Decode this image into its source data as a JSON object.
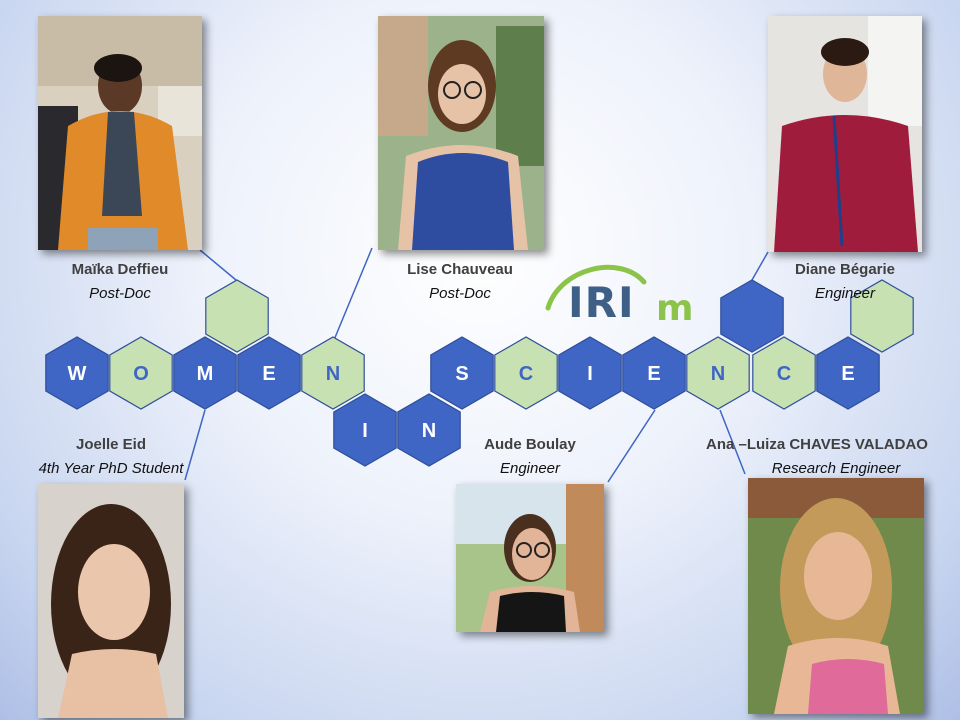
{
  "logo": {
    "text": "IRI",
    "suffix": "m",
    "accent_color": "#8cc34a",
    "text_color": "#3e5f86"
  },
  "colors": {
    "hex_blue": "#3f66c4",
    "hex_green": "#c8e1b3",
    "hex_stroke": "#2f4f9a"
  },
  "people": [
    {
      "name": "Maïka Deffieu",
      "role": "Post-Doc"
    },
    {
      "name": "Lise Chauveau",
      "role": "Post-Doc"
    },
    {
      "name": "Diane Bégarie",
      "role": "Engineer"
    },
    {
      "name": "Joelle Eid",
      "role": "4th Year PhD Student"
    },
    {
      "name": "Aude Boulay",
      "role": "Engineer"
    },
    {
      "name": "Ana –Luiza CHAVES VALADAO",
      "role": "Research Engineer"
    }
  ],
  "hexagons": [
    {
      "letter": "W",
      "color": "blue"
    },
    {
      "letter": "O",
      "color": "green"
    },
    {
      "letter": "M",
      "color": "blue"
    },
    {
      "letter": "E",
      "color": "blue"
    },
    {
      "letter": "N",
      "color": "green"
    },
    {
      "letter": "I",
      "color": "blue"
    },
    {
      "letter": "N",
      "color": "blue"
    },
    {
      "letter": "S",
      "color": "blue"
    },
    {
      "letter": "C",
      "color": "green"
    },
    {
      "letter": "I",
      "color": "blue"
    },
    {
      "letter": "E",
      "color": "blue"
    },
    {
      "letter": "N",
      "color": "green"
    },
    {
      "letter": "C",
      "color": "green"
    },
    {
      "letter": "E",
      "color": "blue"
    },
    {
      "letter": "",
      "color": "green"
    },
    {
      "letter": "",
      "color": "blue"
    },
    {
      "letter": "",
      "color": "green"
    }
  ]
}
